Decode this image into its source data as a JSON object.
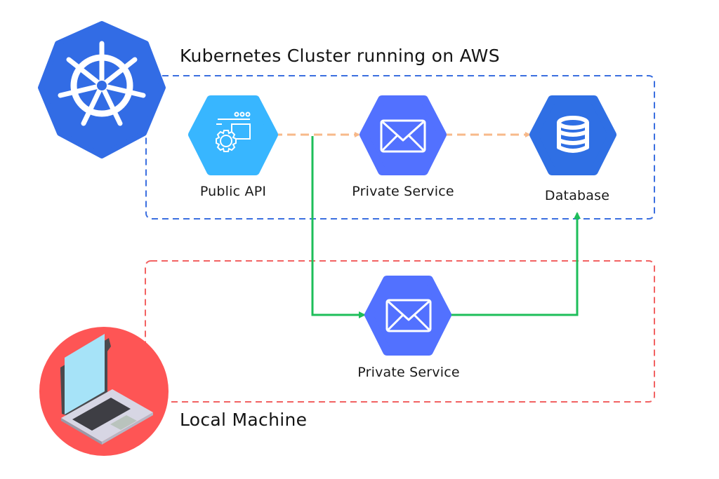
{
  "clusters": {
    "kubernetes": {
      "title": "Kubernetes Cluster running on AWS",
      "border_color": "#3b6fe0",
      "icon": "kubernetes-helm-icon",
      "icon_color": "#326ce5"
    },
    "local": {
      "title": "Local Machine",
      "border_color": "#f26262",
      "icon": "laptop-icon",
      "icon_color": "#fe5555"
    }
  },
  "nodes": [
    {
      "id": "public-api",
      "label": "Public API",
      "icon": "api-gear-icon",
      "color": "#38b6ff"
    },
    {
      "id": "private-service-cluster",
      "label": "Private Service",
      "icon": "envelope-icon",
      "color": "#5271ff"
    },
    {
      "id": "database",
      "label": "Database",
      "icon": "database-icon",
      "color": "#2f6fe4"
    },
    {
      "id": "private-service-local",
      "label": "Private Service",
      "icon": "envelope-icon",
      "color": "#5271ff"
    }
  ],
  "edges": [
    {
      "from": "public-api",
      "to": "private-service-cluster",
      "style": "dashed",
      "color": "#f7b98a"
    },
    {
      "from": "private-service-cluster",
      "to": "database",
      "style": "dashed",
      "color": "#f7b98a"
    },
    {
      "from": "public-api",
      "to": "private-service-local",
      "style": "solid",
      "color": "#1ebe5a"
    },
    {
      "from": "private-service-local",
      "to": "database",
      "style": "solid",
      "color": "#1ebe5a"
    }
  ]
}
